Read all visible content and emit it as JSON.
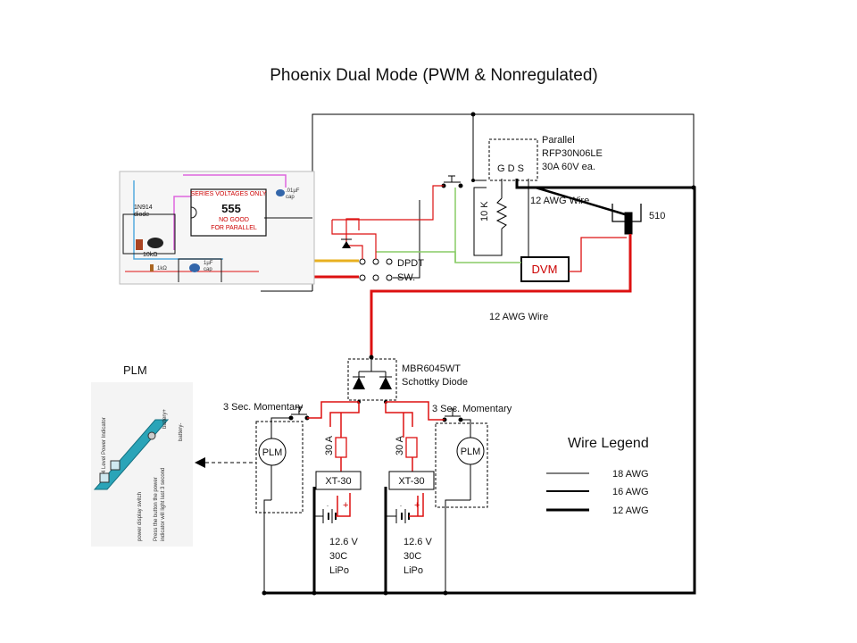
{
  "title": "Phoenix Dual Mode (PWM & Nonregulated)",
  "mosfet": {
    "line1": "Parallel",
    "line2": "RFP30N06LE",
    "line3": "30A 60V ea.",
    "pins": "G  D  S"
  },
  "wire_12awg_top": "12 AWG Wire",
  "wire_12awg_mid": "12 AWG Wire",
  "resistor": "10 K",
  "coil_label": "510",
  "switch": {
    "line1": "DPDT",
    "line2": "SW."
  },
  "dvm": "DVM",
  "diode": {
    "line1": "MBR6045WT",
    "line2": "Schottky Diode"
  },
  "plm_title": "PLM",
  "momentary_left": "3 Sec. Momentary",
  "momentary_right": "3 Sec. Momentary",
  "plm_circle_left": "PLM",
  "plm_circle_right": "PLM",
  "fuse_left": "30 A",
  "fuse_right": "30 A",
  "connector_left": "XT-30",
  "connector_right": "XT-30",
  "battery_left": {
    "line1": "12.6 V",
    "line2": "30C",
    "line3": "LiPo"
  },
  "battery_right": {
    "line1": "12.6 V",
    "line2": "30C",
    "line3": "LiPo"
  },
  "legend": {
    "title": "Wire Legend",
    "items": [
      {
        "label": "18 AWG"
      },
      {
        "label": "16 AWG"
      },
      {
        "label": "12 AWG"
      }
    ]
  },
  "chip": {
    "ic": "555",
    "series_note": "SERIES VOLTAGES ONLY",
    "no_good_1": "NO GOOD",
    "no_good_2": "FOR PARALLEL",
    "diode_1": "1N914",
    "diode_2": "diode",
    "pot": "10kΩ",
    "cap_small_1": ".01µF",
    "cap_small_2": "cap",
    "cap_big_1": "1µF",
    "cap_big_2": "cap",
    "res_small": "1kΩ"
  },
  "plm_board": {
    "label_power_indicator": "4 Level Power Indicator",
    "label_battery_plus": "battery+",
    "label_battery_minus": "battery-",
    "label_switch": "power display switch",
    "label_note_1": "Press the button the power",
    "label_note_2": "indicator will light last 3 second"
  },
  "colors": {
    "red_wire": "#dd1111",
    "yellow_wire": "#e8b020",
    "green_wire": "#88cc66",
    "pink_wire": "#dd66dd",
    "blue_wire": "#55aadd"
  }
}
